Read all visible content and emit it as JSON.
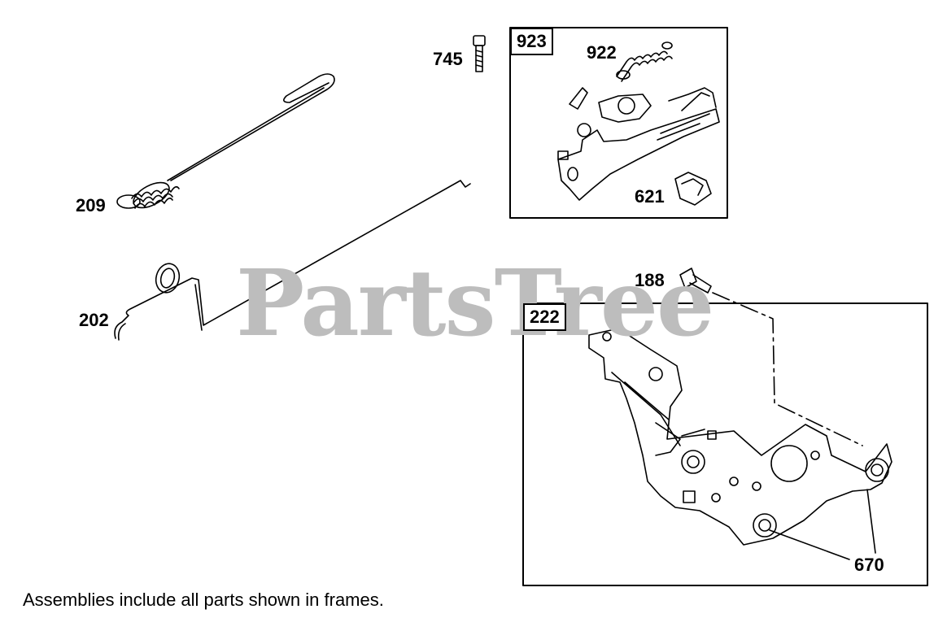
{
  "watermark": "PartsTree",
  "callouts": {
    "p209": "209",
    "p202": "202",
    "p745": "745",
    "p922": "922",
    "p621": "621",
    "p188": "188",
    "p670": "670"
  },
  "frames": {
    "f923": "923",
    "f222": "222"
  },
  "footnote": "Assemblies include all parts shown in frames."
}
